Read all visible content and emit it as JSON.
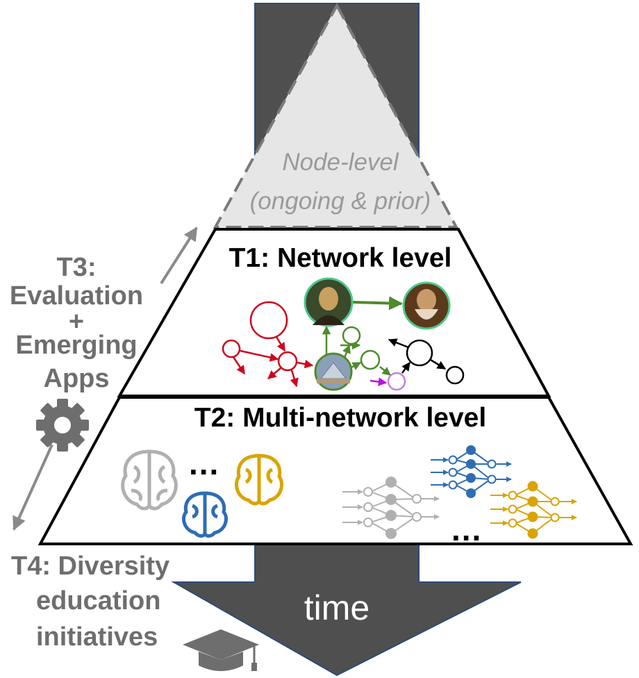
{
  "diagram": {
    "node_level": {
      "line1": "Node-level",
      "line2": "(ongoing & prior)"
    },
    "t1_title": "T1: Network level",
    "t2_title": "T2: Multi-network level",
    "time_label": "time",
    "ellipsis": "...",
    "t3": {
      "line1": "T3:",
      "line2": "Evaluation",
      "line3": "+",
      "line4": "Emerging",
      "line5": "Apps"
    },
    "t4": {
      "line1": "T4: Diversity",
      "line2": "education",
      "line3": "initiatives"
    },
    "icons": [
      "gear-icon",
      "graduation-cap-icon",
      "brain-icon",
      "neural-network-icon",
      "mona-lisa-portrait",
      "da-vinci-portrait",
      "louvre-photo"
    ],
    "colors": {
      "arrow": "#4f4f4f",
      "arrow_border": "#2e4a7a",
      "node_tier_fill": "#e6e6e6",
      "red": "#d0021b",
      "green": "#4f8a2b",
      "purple": "#bd10e0",
      "blue": "#2e6db4",
      "gold": "#d9a400",
      "gray": "#b0b0b0",
      "side_text": "#6e6e6e"
    }
  }
}
